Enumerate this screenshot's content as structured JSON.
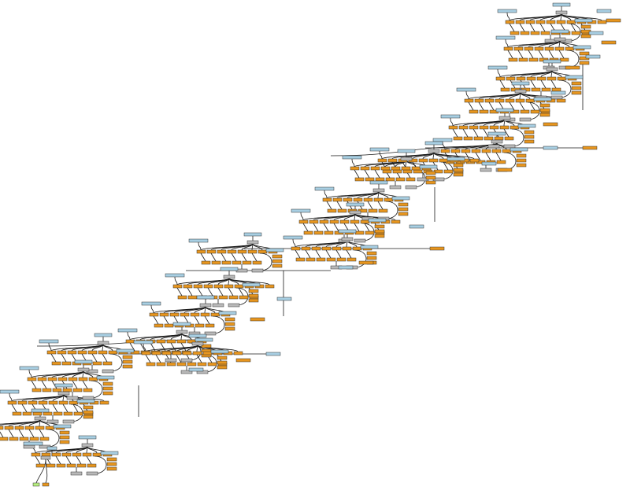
{
  "colors": {
    "op_node": "#e8961e",
    "var_node": "#a8cfe3",
    "const_node": "#b9b9b9",
    "root_node": "#b8f080",
    "edge": "#1a1a1a",
    "background": "#ffffff"
  },
  "graph": {
    "labels_legible": false,
    "node_kinds": [
      "op_node",
      "var_node",
      "const_node",
      "root_node"
    ]
  }
}
